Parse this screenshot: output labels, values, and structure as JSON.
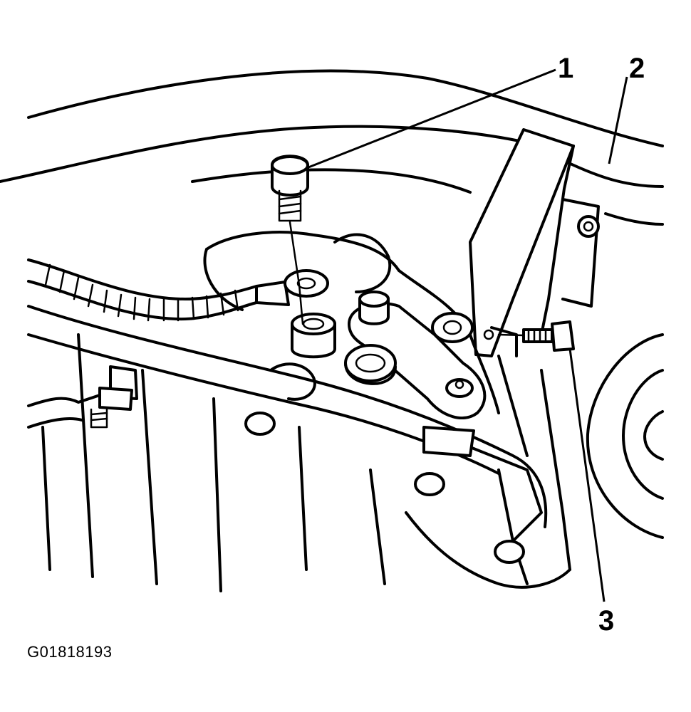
{
  "figure": {
    "id": "G01818193",
    "callouts": [
      "1",
      "2",
      "3"
    ]
  },
  "colors": {
    "line": "#000000",
    "background": "#ffffff"
  }
}
